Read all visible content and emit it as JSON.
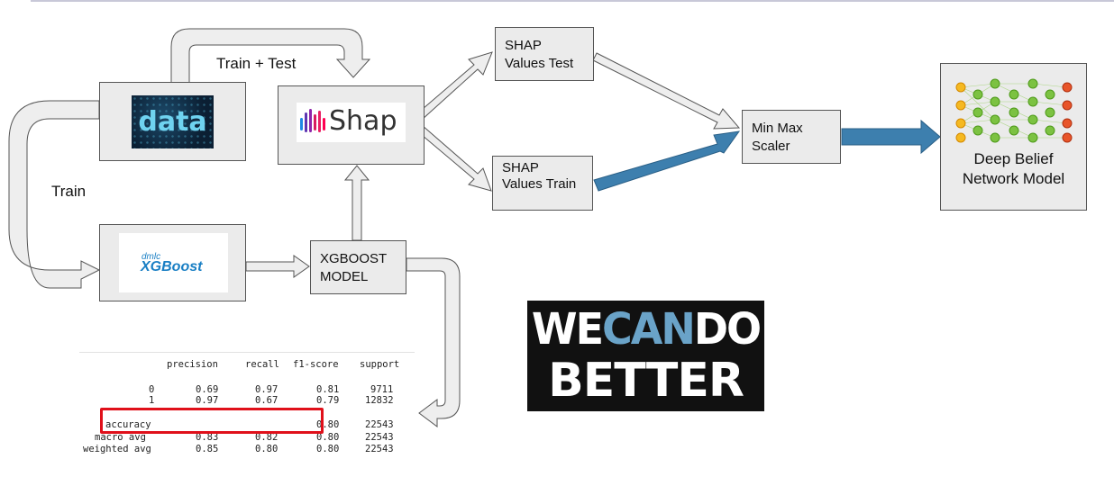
{
  "labels": {
    "train_test": "Train + Test",
    "train": "Train"
  },
  "nodes": {
    "data": {
      "text": "data"
    },
    "shap": {
      "text": "Shap"
    },
    "xgboost_logo": {
      "top": "dmlc",
      "main": "XGBoost"
    },
    "xgboost_model": {
      "line1": "XGBOOST",
      "line2": "MODEL"
    },
    "shap_test": {
      "line1": "SHAP",
      "line2": "Values Test"
    },
    "shap_train": {
      "line1": "SHAP",
      "line2": "Values Train"
    },
    "scaler": {
      "line1": "Min Max",
      "line2": "Scaler"
    },
    "dbn": {
      "line1": "Deep Belief",
      "line2": "Network Model"
    }
  },
  "logo": {
    "row1a": "WE",
    "row1b": "CAN",
    "row1c": "DO",
    "row2": "BETTER"
  },
  "report": {
    "headers": [
      "precision",
      "recall",
      "f1-score",
      "support"
    ],
    "rows": [
      {
        "label": "0",
        "precision": "0.69",
        "recall": "0.97",
        "f1": "0.81",
        "support": "9711"
      },
      {
        "label": "1",
        "precision": "0.97",
        "recall": "0.67",
        "f1": "0.79",
        "support": "12832"
      }
    ],
    "accuracy": {
      "label": "accuracy",
      "f1": "0.80",
      "support": "22543"
    },
    "macro": {
      "label": "macro avg",
      "precision": "0.83",
      "recall": "0.82",
      "f1": "0.80",
      "support": "22543"
    },
    "weighted": {
      "label": "weighted avg",
      "precision": "0.85",
      "recall": "0.80",
      "f1": "0.80",
      "support": "22543"
    }
  },
  "colors": {
    "box_fill": "#ebebeb",
    "arrow_fill": "#eeeeee",
    "blue_arrow": "#3d7fae",
    "highlight": "#e0101a",
    "logo_blue": "#6aa3c8"
  }
}
